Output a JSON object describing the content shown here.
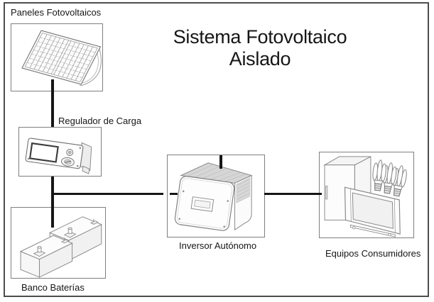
{
  "title": {
    "line1": "Sistema Fotovoltaico",
    "line2": "Aislado"
  },
  "nodes": {
    "panels": {
      "label": "Paneles Fotovoltaicos"
    },
    "regulator": {
      "label": "Regulador de Carga"
    },
    "batteries": {
      "label": "Banco Baterías"
    },
    "inverter": {
      "label": "Inversor Autónomo"
    },
    "consumers": {
      "label": "Equipos Consumidores"
    }
  },
  "icons": {
    "panels": "solar-panel-icon",
    "regulator": "charge-controller-icon",
    "batteries": "battery-bank-icon",
    "inverter": "inverter-icon",
    "consumers": "fridge-tv-bulbs-icon"
  },
  "colors": {
    "wire": "#161616",
    "box_border": "#7f7f7f",
    "outer_border": "#4d4d4d",
    "text": "#161616",
    "artwork_stroke": "#8a8a8a",
    "vent_gray": "#d6d6d6"
  }
}
